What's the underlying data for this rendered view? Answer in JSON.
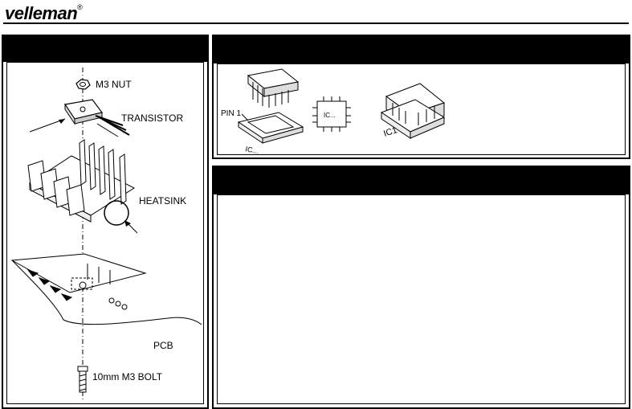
{
  "brand": {
    "name": "velleman",
    "reg": "®"
  },
  "left_figure": {
    "labels": {
      "nut": "M3 NUT",
      "transistor": "TRANSISTOR",
      "heatsink": "HEATSINK",
      "pcb": "PCB",
      "bolt": "10mm M3 BOLT"
    }
  },
  "ic_figure": {
    "labels": {
      "pin": "PIN 1",
      "socket": "IC...",
      "chip": "IC...",
      "ic1": "IC1"
    }
  }
}
